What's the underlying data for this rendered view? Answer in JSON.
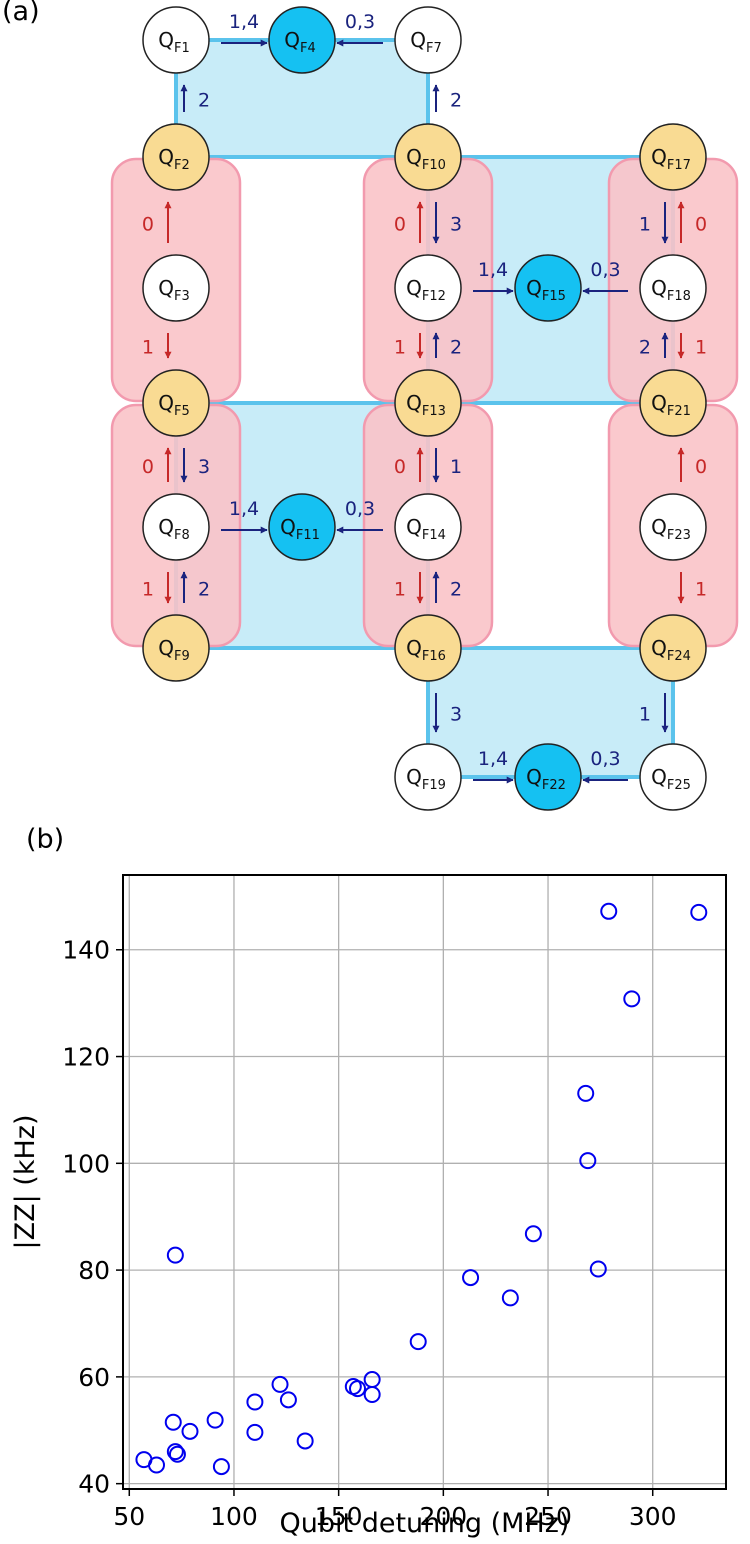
{
  "panels": {
    "a_label": "(a)",
    "b_label": "(b)"
  },
  "colors": {
    "qubit_white": "#ffffff",
    "qubit_gold": "#f9db93",
    "qubit_blue": "#15c1f2",
    "plaquette_blue": "#c8ecf8",
    "plaquette_blue_border": "#5bc3ec",
    "plaquette_red": "#f9c3c8",
    "plaquette_red_border": "#f29aae",
    "arrow_blue": "#1a237e",
    "arrow_red": "#c62828",
    "marker": "#0000ee"
  },
  "diagram": {
    "qubits": [
      {
        "id": "F1",
        "type": "white",
        "prefix": "Q",
        "sub": "F1"
      },
      {
        "id": "F4",
        "type": "blue",
        "prefix": "Q",
        "sub": "F4"
      },
      {
        "id": "F7",
        "type": "white",
        "prefix": "Q",
        "sub": "F7"
      },
      {
        "id": "F2",
        "type": "gold",
        "prefix": "Q",
        "sub": "F2"
      },
      {
        "id": "F10",
        "type": "gold",
        "prefix": "Q",
        "sub": "F10"
      },
      {
        "id": "F17",
        "type": "gold",
        "prefix": "Q",
        "sub": "F17"
      },
      {
        "id": "F3",
        "type": "white",
        "prefix": "Q",
        "sub": "F3"
      },
      {
        "id": "F12",
        "type": "white",
        "prefix": "Q",
        "sub": "F12"
      },
      {
        "id": "F15",
        "type": "blue",
        "prefix": "Q",
        "sub": "F15"
      },
      {
        "id": "F18",
        "type": "white",
        "prefix": "Q",
        "sub": "F18"
      },
      {
        "id": "F5",
        "type": "gold",
        "prefix": "Q",
        "sub": "F5"
      },
      {
        "id": "F13",
        "type": "gold",
        "prefix": "Q",
        "sub": "F13"
      },
      {
        "id": "F21",
        "type": "gold",
        "prefix": "Q",
        "sub": "F21"
      },
      {
        "id": "F8",
        "type": "white",
        "prefix": "Q",
        "sub": "F8"
      },
      {
        "id": "F11",
        "type": "blue",
        "prefix": "Q",
        "sub": "F11"
      },
      {
        "id": "F14",
        "type": "white",
        "prefix": "Q",
        "sub": "F14"
      },
      {
        "id": "F23",
        "type": "white",
        "prefix": "Q",
        "sub": "F23"
      },
      {
        "id": "F9",
        "type": "gold",
        "prefix": "Q",
        "sub": "F9"
      },
      {
        "id": "F16",
        "type": "gold",
        "prefix": "Q",
        "sub": "F16"
      },
      {
        "id": "F24",
        "type": "gold",
        "prefix": "Q",
        "sub": "F24"
      },
      {
        "id": "F19",
        "type": "white",
        "prefix": "Q",
        "sub": "F19"
      },
      {
        "id": "F22",
        "type": "blue",
        "prefix": "Q",
        "sub": "F22"
      },
      {
        "id": "F25",
        "type": "white",
        "prefix": "Q",
        "sub": "F25"
      }
    ],
    "blue_plaquettes": [
      {
        "name": "F1-F4-F7-F10-F2"
      },
      {
        "name": "F10-F17-F21-F13"
      },
      {
        "name": "F5-F13-F16-F9"
      },
      {
        "name": "F16-F24-F25-F19"
      }
    ],
    "red_plaquettes": [
      {
        "name": "F2-F3-F5"
      },
      {
        "name": "F10-F12-F13"
      },
      {
        "name": "F17-F18-F21"
      },
      {
        "name": "F5-F8-F9"
      },
      {
        "name": "F13-F14-F16"
      },
      {
        "name": "F21-F23-F24"
      }
    ],
    "arrows": [
      {
        "from": "F1",
        "to": "F4",
        "color": "blue",
        "label": "1,4"
      },
      {
        "from": "F7",
        "to": "F4",
        "color": "blue",
        "label": "0,3"
      },
      {
        "from": "F2",
        "to": "F1",
        "color": "blue",
        "label": "2"
      },
      {
        "from": "F10",
        "to": "F7",
        "color": "blue",
        "label": "2"
      },
      {
        "from": "F3",
        "to": "F2",
        "color": "red",
        "label": "0"
      },
      {
        "from": "F3",
        "to": "F5",
        "color": "red",
        "label": "1"
      },
      {
        "from": "F10",
        "to": "F12",
        "color": "blue",
        "label": "3"
      },
      {
        "from": "F12",
        "to": "F10",
        "color": "red",
        "label": "0"
      },
      {
        "from": "F17",
        "to": "F18",
        "color": "blue",
        "label": "1"
      },
      {
        "from": "F18",
        "to": "F17",
        "color": "red",
        "label": "0"
      },
      {
        "from": "F12",
        "to": "F15",
        "color": "blue",
        "label": "1,4"
      },
      {
        "from": "F18",
        "to": "F15",
        "color": "blue",
        "label": "0,3"
      },
      {
        "from": "F12",
        "to": "F13",
        "color": "red",
        "label": "1"
      },
      {
        "from": "F13",
        "to": "F12",
        "color": "blue",
        "label": "2"
      },
      {
        "from": "F21",
        "to": "F18",
        "color": "blue",
        "label": "2"
      },
      {
        "from": "F18",
        "to": "F21",
        "color": "red",
        "label": "1"
      },
      {
        "from": "F8",
        "to": "F5",
        "color": "red",
        "label": "0"
      },
      {
        "from": "F5",
        "to": "F8",
        "color": "blue",
        "label": "3"
      },
      {
        "from": "F13",
        "to": "F14",
        "color": "blue",
        "label": "1"
      },
      {
        "from": "F14",
        "to": "F13",
        "color": "red",
        "label": "0"
      },
      {
        "from": "F23",
        "to": "F21",
        "color": "red",
        "label": "0"
      },
      {
        "from": "F8",
        "to": "F11",
        "color": "blue",
        "label": "1,4"
      },
      {
        "from": "F14",
        "to": "F11",
        "color": "blue",
        "label": "0,3"
      },
      {
        "from": "F8",
        "to": "F9",
        "color": "red",
        "label": "1"
      },
      {
        "from": "F9",
        "to": "F8",
        "color": "blue",
        "label": "2"
      },
      {
        "from": "F16",
        "to": "F14",
        "color": "blue",
        "label": "2"
      },
      {
        "from": "F14",
        "to": "F16",
        "color": "red",
        "label": "1"
      },
      {
        "from": "F23",
        "to": "F24",
        "color": "red",
        "label": "1"
      },
      {
        "from": "F16",
        "to": "F19",
        "color": "blue",
        "label": "3"
      },
      {
        "from": "F24",
        "to": "F25",
        "color": "blue",
        "label": "1"
      },
      {
        "from": "F19",
        "to": "F22",
        "color": "blue",
        "label": "1,4"
      },
      {
        "from": "F25",
        "to": "F22",
        "color": "blue",
        "label": "0,3"
      }
    ]
  },
  "chart_data": {
    "type": "scatter",
    "title": "",
    "xlabel": "Qubit detuning (MHz)",
    "ylabel": "|ZZ| (kHz)",
    "xlim": [
      47,
      335
    ],
    "ylim": [
      39,
      154
    ],
    "xticks": [
      50,
      100,
      150,
      200,
      250,
      300
    ],
    "yticks": [
      40,
      60,
      80,
      100,
      120,
      140
    ],
    "grid": true,
    "legend": "none",
    "marker": "open-circle",
    "series": [
      {
        "points": [
          [
            57,
            44.5
          ],
          [
            63,
            43.5
          ],
          [
            71,
            51.5
          ],
          [
            72,
            46
          ],
          [
            73,
            45.5
          ],
          [
            79,
            49.8
          ],
          [
            91,
            51.9
          ],
          [
            94,
            43.2
          ],
          [
            72,
            82.8
          ],
          [
            110,
            55.3
          ],
          [
            110,
            49.6
          ],
          [
            122,
            58.6
          ],
          [
            126,
            55.7
          ],
          [
            134,
            48
          ],
          [
            157,
            58.2
          ],
          [
            159,
            57.8
          ],
          [
            166,
            59.5
          ],
          [
            166,
            56.7
          ],
          [
            188,
            66.6
          ],
          [
            213,
            78.6
          ],
          [
            232,
            74.8
          ],
          [
            243,
            86.8
          ],
          [
            268,
            113.1
          ],
          [
            269,
            100.5
          ],
          [
            274,
            80.2
          ],
          [
            279,
            147.2
          ],
          [
            290,
            130.8
          ],
          [
            322,
            147
          ]
        ]
      }
    ]
  }
}
